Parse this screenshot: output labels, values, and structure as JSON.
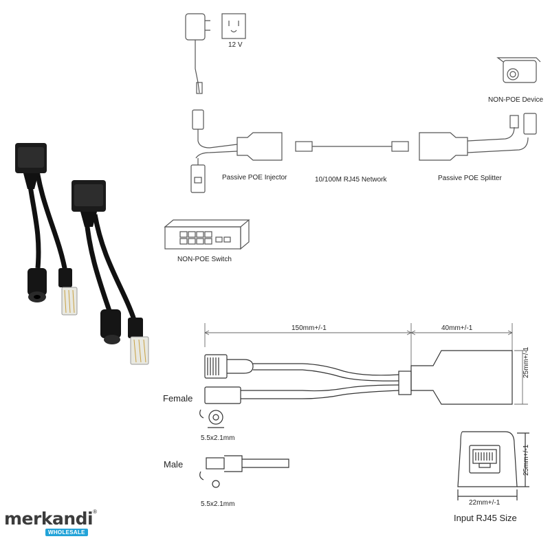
{
  "labels": {
    "voltage": "12 V",
    "non_poe_device": "NON-POE Device",
    "injector": "Passive POE Injector",
    "network": "10/100M RJ45 Network",
    "splitter": "Passive POE Splitter",
    "switch": "NON-POE Switch",
    "dim_cable": "150mm+/-1",
    "dim_head": "40mm+/-1",
    "dim_height": "25mm+/-1",
    "female": "Female",
    "male": "Male",
    "plug_size_female": "5.5x2.1mm",
    "plug_size_male": "5.5x2.1mm",
    "rj45_height": "25mm+/-1",
    "rj45_width": "22mm+/-1",
    "rj45_caption": "Input RJ45 Size"
  },
  "brand": {
    "name": "merkandi",
    "sub": "WHOLESALE",
    "registered": "®"
  }
}
